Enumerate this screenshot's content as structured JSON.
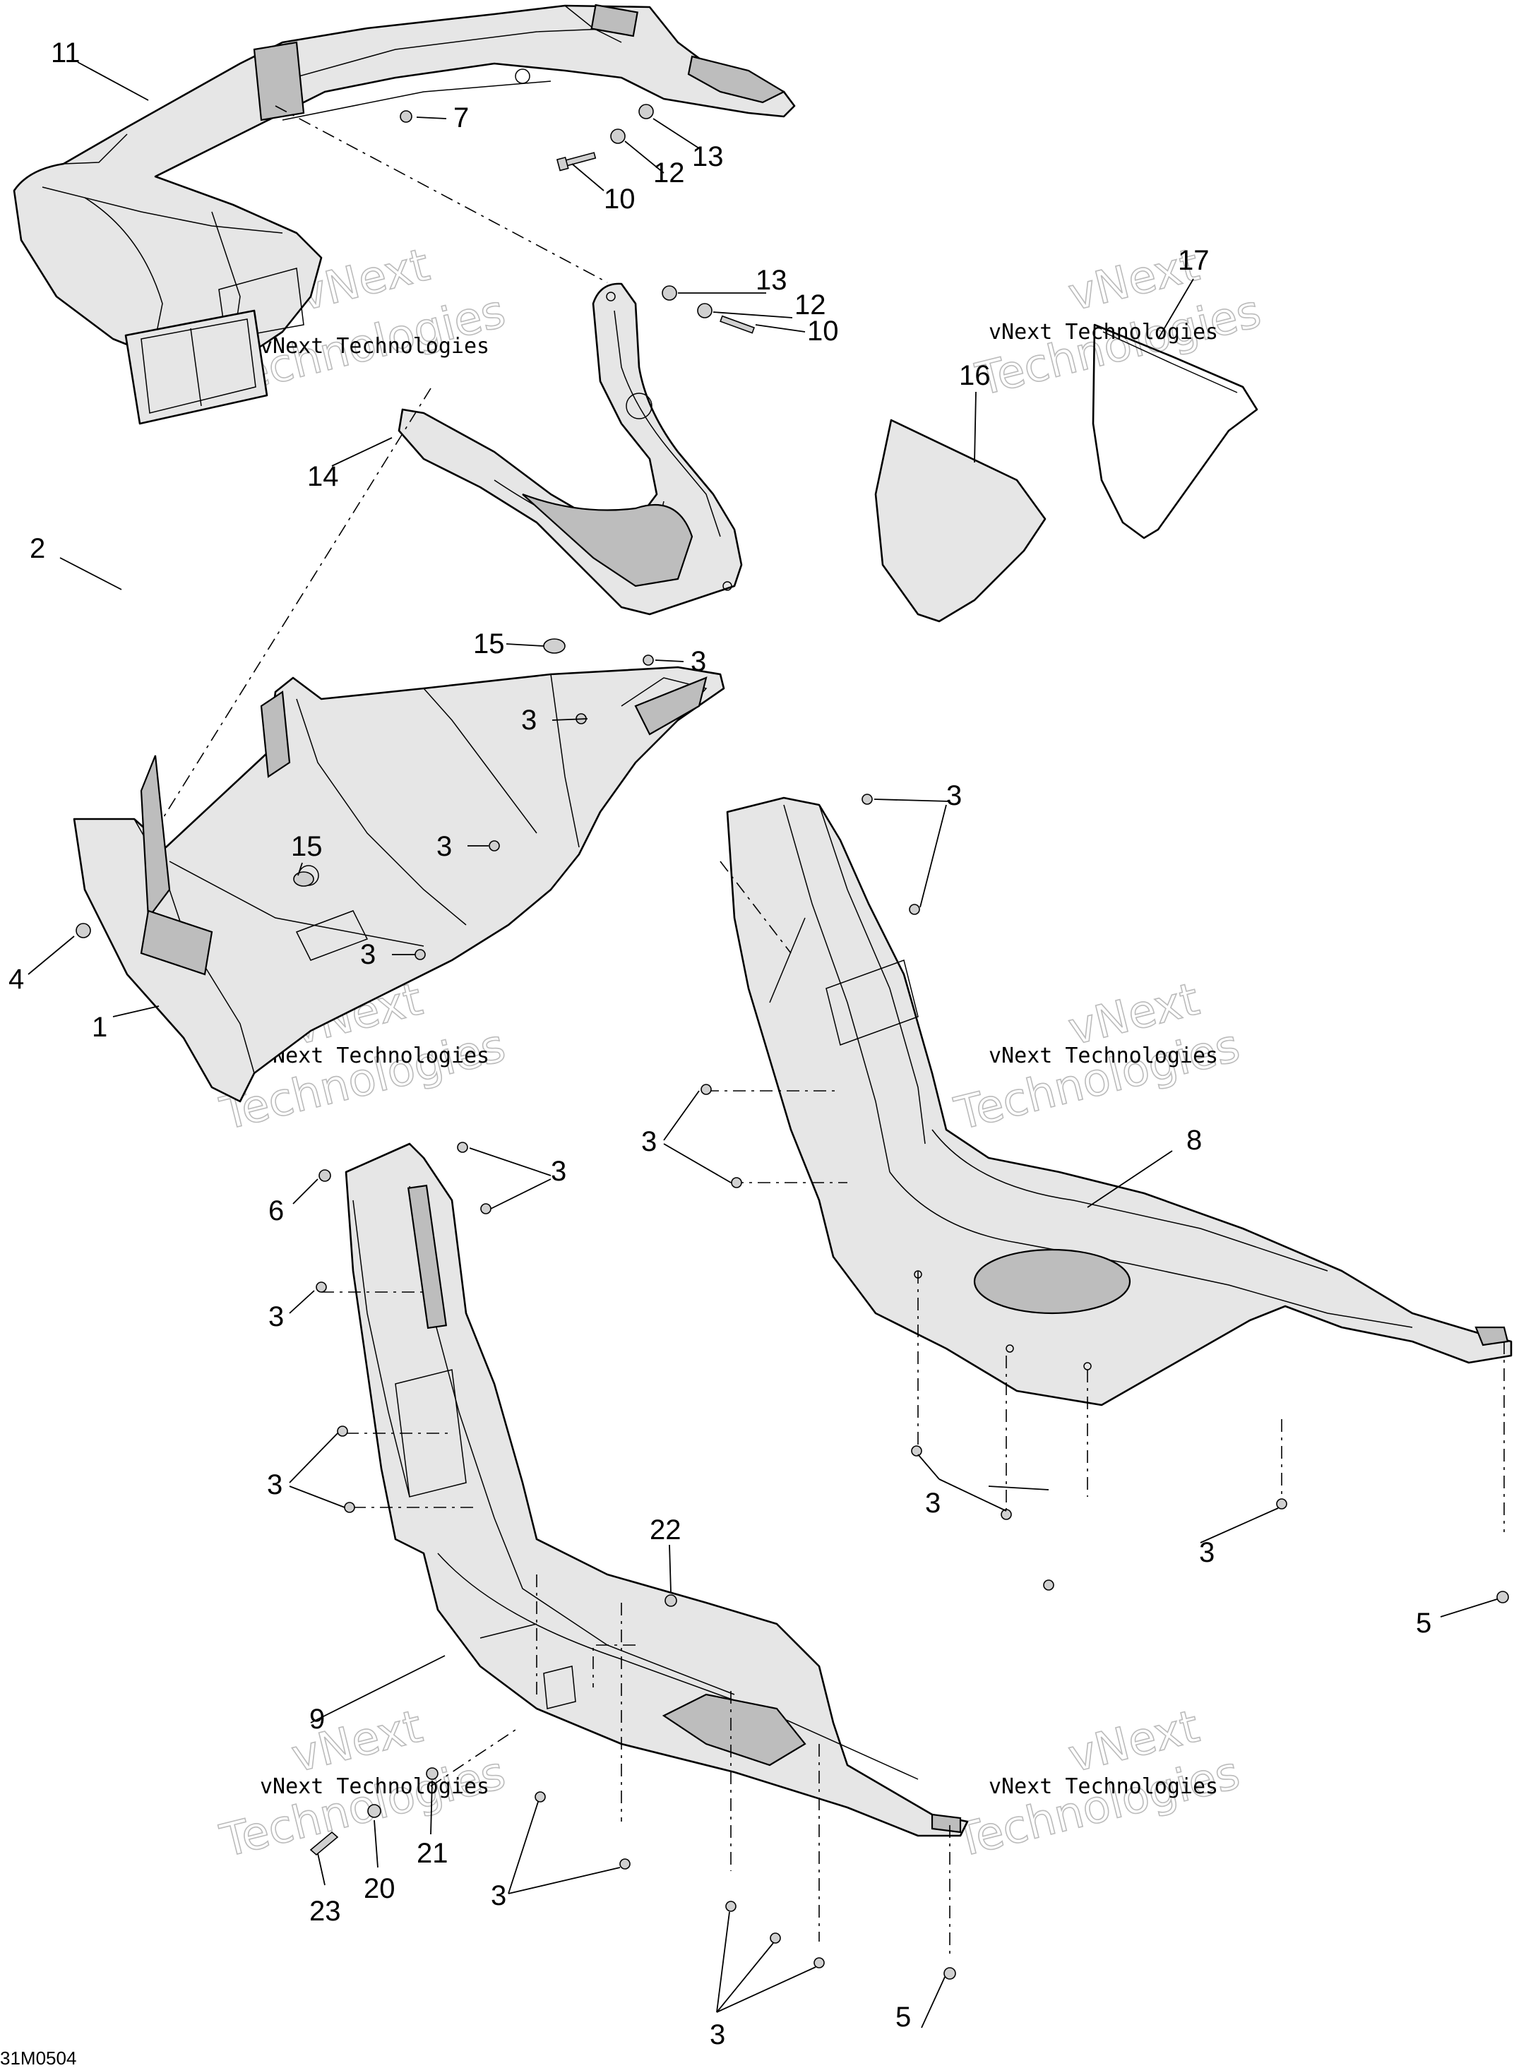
{
  "diagram": {
    "figure_code": "31M0504",
    "watermark": {
      "line1": "vNext Technologies",
      "line2": "Technologies",
      "line3": "vNext"
    },
    "callouts": {
      "c11": "11",
      "c7": "7",
      "c13a": "13",
      "c12a": "12",
      "c10a": "10",
      "c13b": "13",
      "c12b": "12",
      "c10b": "10",
      "c17": "17",
      "c16": "16",
      "c14": "14",
      "c2": "2",
      "c15a": "15",
      "c3a": "3",
      "c3b": "3",
      "c15b": "15",
      "c3c": "3",
      "c4": "4",
      "c3d": "3",
      "c1": "1",
      "c3e": "3",
      "c3f": "3",
      "c8": "8",
      "c6": "6",
      "c3g": "3",
      "c3h": "3",
      "c3i": "3",
      "c3j": "3",
      "c3k": "3",
      "c5a": "5",
      "c22": "22",
      "c9": "9",
      "c21": "21",
      "c20": "20",
      "c23": "23",
      "c3l": "3",
      "c3m": "3",
      "c5b": "5"
    }
  }
}
